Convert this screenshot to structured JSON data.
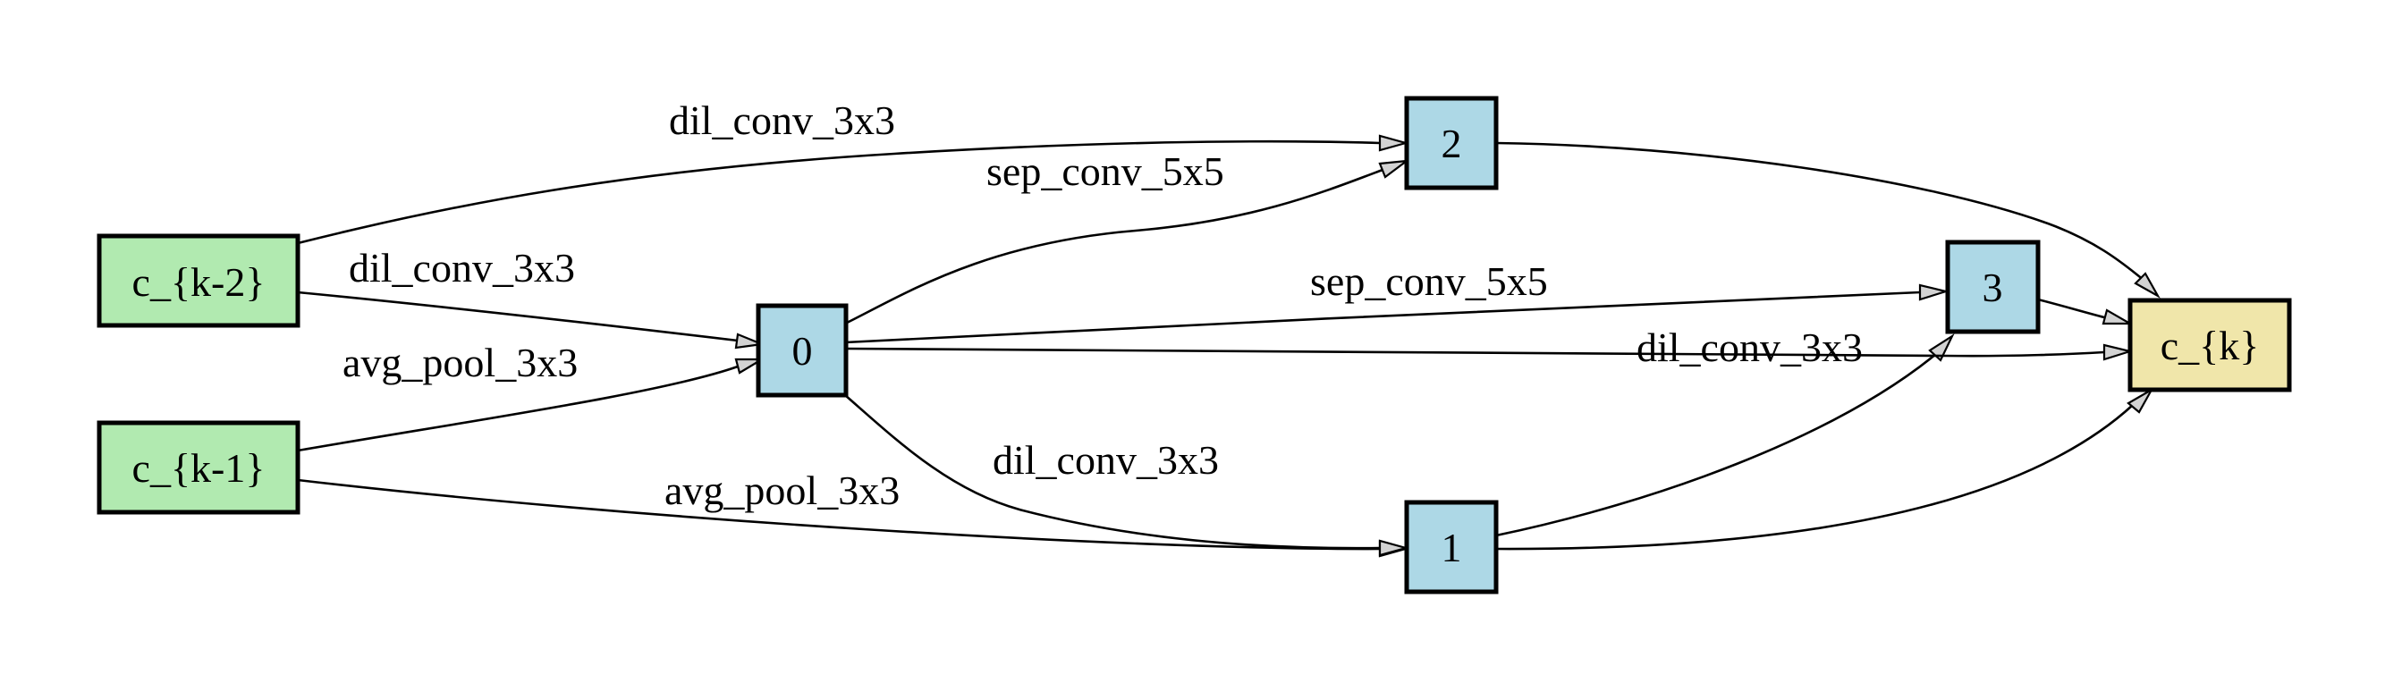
{
  "diagram": {
    "colors": {
      "input_fill": "#b1eab0",
      "intermediate_fill": "#add8e6",
      "output_fill": "#f0e6aa",
      "stroke": "#000000",
      "arrow_fill": "#d3d3d3"
    },
    "nodes": [
      {
        "id": "ck2",
        "label": "c_{k-2}",
        "kind": "input"
      },
      {
        "id": "ck1",
        "label": "c_{k-1}",
        "kind": "input"
      },
      {
        "id": "n0",
        "label": "0",
        "kind": "intermediate"
      },
      {
        "id": "n1",
        "label": "1",
        "kind": "intermediate"
      },
      {
        "id": "n2",
        "label": "2",
        "kind": "intermediate"
      },
      {
        "id": "n3",
        "label": "3",
        "kind": "intermediate"
      },
      {
        "id": "ck",
        "label": "c_{k}",
        "kind": "output"
      }
    ],
    "edges": [
      {
        "from": "ck2",
        "to": "n0",
        "label": "dil_conv_3x3"
      },
      {
        "from": "ck1",
        "to": "n0",
        "label": "avg_pool_3x3"
      },
      {
        "from": "ck1",
        "to": "n1",
        "label": "avg_pool_3x3"
      },
      {
        "from": "n0",
        "to": "n1",
        "label": "dil_conv_3x3"
      },
      {
        "from": "ck2",
        "to": "n2",
        "label": "dil_conv_3x3"
      },
      {
        "from": "n0",
        "to": "n2",
        "label": "sep_conv_5x5"
      },
      {
        "from": "n0",
        "to": "n3",
        "label": "sep_conv_5x5"
      },
      {
        "from": "n1",
        "to": "n3",
        "label": "dil_conv_3x3"
      },
      {
        "from": "n0",
        "to": "ck",
        "label": ""
      },
      {
        "from": "n1",
        "to": "ck",
        "label": ""
      },
      {
        "from": "n2",
        "to": "ck",
        "label": ""
      },
      {
        "from": "n3",
        "to": "ck",
        "label": ""
      }
    ]
  }
}
